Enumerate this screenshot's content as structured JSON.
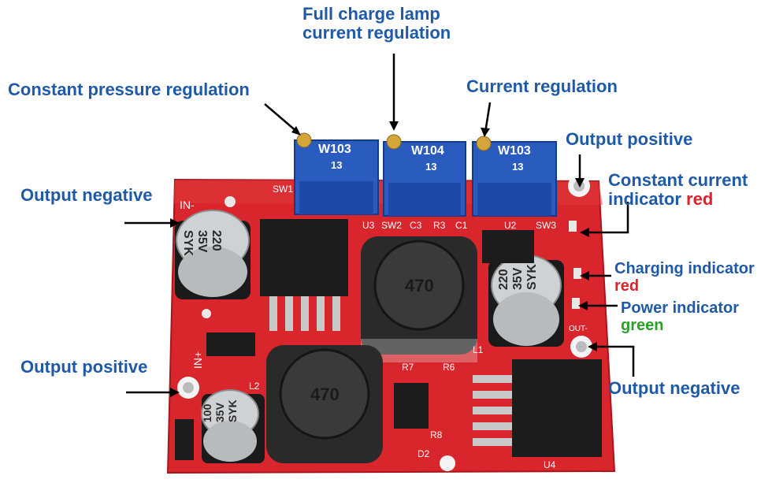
{
  "labels": {
    "full_charge": [
      "Full charge lamp",
      "current regulation"
    ],
    "constant_pressure": "Constant pressure regulation",
    "current_regulation": "Current regulation",
    "output_positive_top": "Output positive",
    "constant_current": [
      "Constant current",
      "indicator",
      "red"
    ],
    "output_negative_left": "Output negative",
    "charging_indicator": [
      "Charging indicator",
      "red"
    ],
    "power_indicator": [
      "Power indicator",
      "green"
    ],
    "output_positive_left": "Output positive",
    "output_negative_right": "Output negative"
  },
  "board_text": {
    "pot1": "W103",
    "pot1_sub": "13",
    "pot2": "W104",
    "pot2_sub": "13",
    "pot3": "W103",
    "pot3_sub": "13",
    "cap1": [
      "220",
      "35V",
      "SYK"
    ],
    "cap2": [
      "220",
      "35V",
      "SYK"
    ],
    "cap3": [
      "100",
      "35V",
      "SYK"
    ],
    "ind1": "470",
    "ind2": "470",
    "in_minus": "IN-",
    "in_plus": "IN+",
    "silk_l2": "L2",
    "silk_l1": "L1",
    "silk_u4": "U4",
    "silk_u2": "U2",
    "silk_u3": "U3",
    "silk_sw3": "SW3",
    "silk_sw2": "SW2",
    "silk_sw1": "SW1",
    "silk_r3": "R3",
    "silk_c3": "C3",
    "silk_c1": "C1",
    "silk_r7": "R7",
    "silk_r6": "R6",
    "silk_r8": "R8",
    "silk_d2": "D2",
    "silk_out_minus": "OUT-"
  },
  "colors": {
    "label_blue": "#1f5aa8",
    "pcb_red": "#d8262c",
    "pot_blue": "#2a5cc0",
    "red_text": "#e0202a",
    "green_text": "#2aa02a"
  }
}
